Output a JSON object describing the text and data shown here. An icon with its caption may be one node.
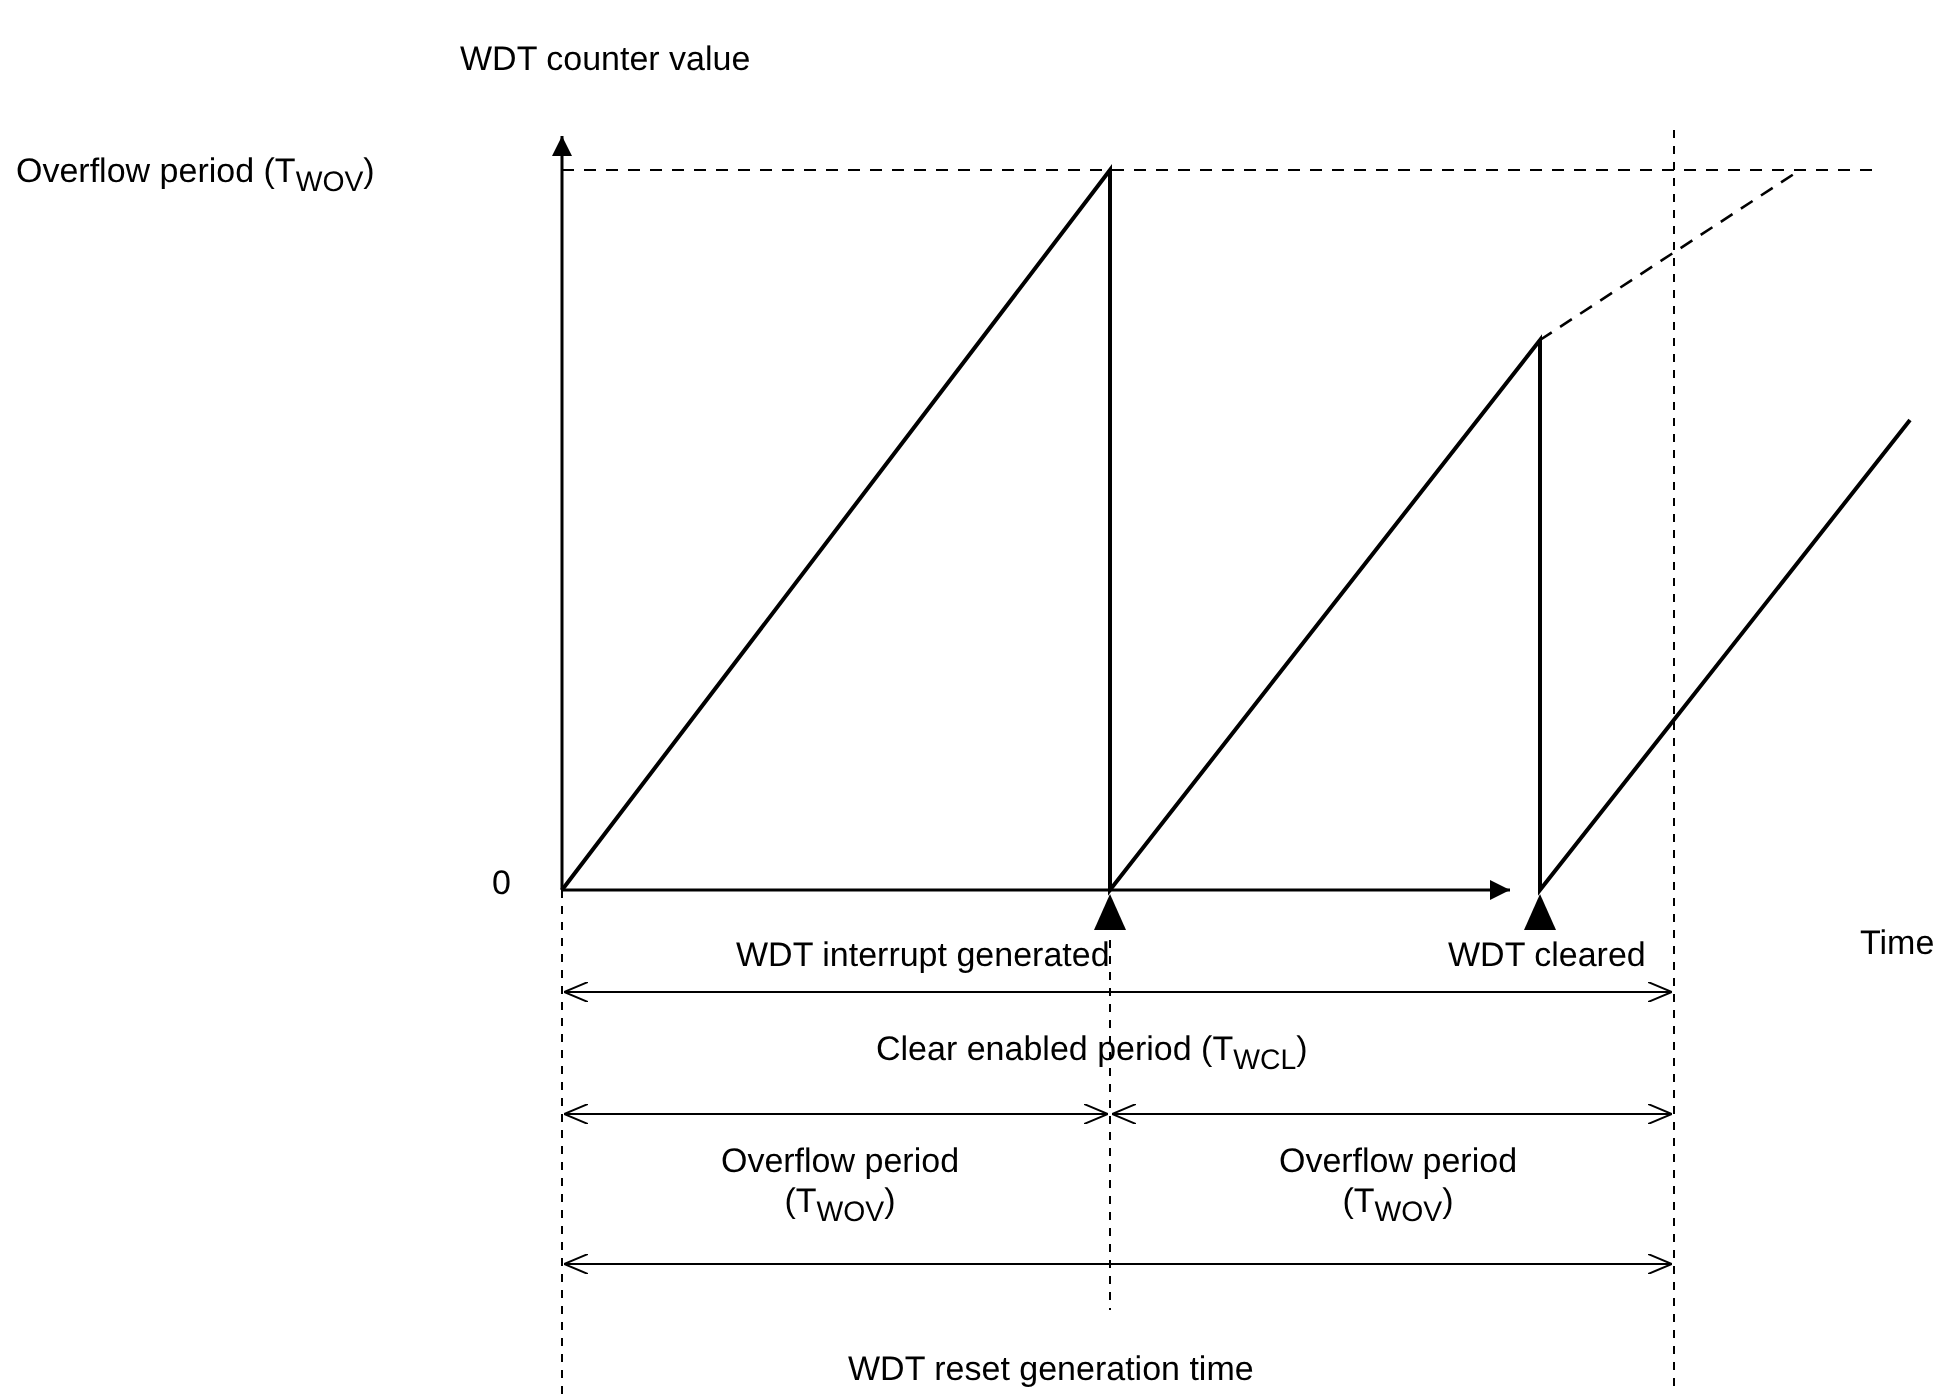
{
  "diagram": {
    "labels": [
      "WDT counter value",
      "Overflow period (T$_{WOV}$)",
      "0",
      "Time",
      "WDT interrupt generated",
      "WDT cleared",
      "Clear enabled period (T$_{WCL}$)",
      "Overflow period (T$_{WOV}$)",
      "Overflow period (T$_{WOV}$)",
      "WDT reset generation time"
    ]
  }
}
